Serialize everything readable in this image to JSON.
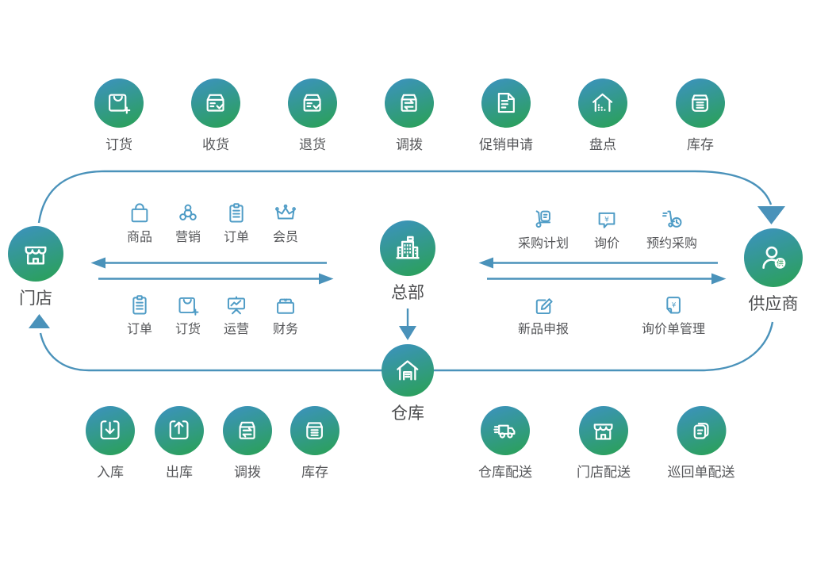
{
  "nodes": {
    "store": {
      "label": "门店"
    },
    "headquarters": {
      "label": "总部"
    },
    "supplier": {
      "label": "供应商",
      "badge": "供"
    },
    "warehouse": {
      "label": "仓库"
    }
  },
  "store_processes": [
    {
      "icon": "order-bag-icon",
      "label": "订货"
    },
    {
      "icon": "receive-box-icon",
      "label": "收货"
    },
    {
      "icon": "return-box-icon",
      "label": "退货"
    },
    {
      "icon": "transfer-box-icon",
      "label": "调拨"
    },
    {
      "icon": "promo-document-icon",
      "label": "促销申请"
    },
    {
      "icon": "stocktake-house-icon",
      "label": "盘点"
    },
    {
      "icon": "inventory-bin-icon",
      "label": "库存"
    }
  ],
  "store_hq_flows": {
    "to_store": [
      {
        "icon": "goods-bag-icon",
        "label": "商品"
      },
      {
        "icon": "marketing-network-icon",
        "label": "营销"
      },
      {
        "icon": "order-clipboard-icon",
        "label": "订单"
      },
      {
        "icon": "member-crown-icon",
        "label": "会员"
      }
    ],
    "to_hq": [
      {
        "icon": "order-clipboard-icon",
        "label": "订单"
      },
      {
        "icon": "order-bag-icon",
        "label": "订货"
      },
      {
        "icon": "operations-board-icon",
        "label": "运营"
      },
      {
        "icon": "finance-cashbox-icon",
        "label": "财务"
      }
    ]
  },
  "hq_supplier_flows": {
    "to_hq": [
      {
        "icon": "purchase-plan-cart-icon",
        "label": "采购计划"
      },
      {
        "icon": "inquiry-bubble-icon",
        "label": "询价"
      },
      {
        "icon": "reserve-purchase-cart-icon",
        "label": "预约采购"
      }
    ],
    "to_supplier": [
      {
        "icon": "new-product-edit-icon",
        "label": "新品申报"
      },
      {
        "icon": "quotation-doc-icon",
        "label": "询价单管理"
      }
    ]
  },
  "warehouse_processes": [
    {
      "icon": "inbound-icon",
      "label": "入库"
    },
    {
      "icon": "outbound-icon",
      "label": "出库"
    },
    {
      "icon": "transfer-box-icon",
      "label": "调拨"
    },
    {
      "icon": "inventory-bin-icon",
      "label": "库存"
    }
  ],
  "delivery_processes": [
    {
      "icon": "truck-icon",
      "label": "仓库配送"
    },
    {
      "icon": "storefront-icon",
      "label": "门店配送"
    },
    {
      "icon": "docs-stack-icon",
      "label": "巡回单配送"
    }
  ],
  "symbols": {
    "currency": "¥"
  },
  "colors": {
    "line_blue": "#4a92ba",
    "icon_blue": "#4f9cc6",
    "label_gray": "#56575a",
    "circle_gradient_top": "#3b93b9",
    "circle_gradient_bottom": "#2ba05c"
  }
}
